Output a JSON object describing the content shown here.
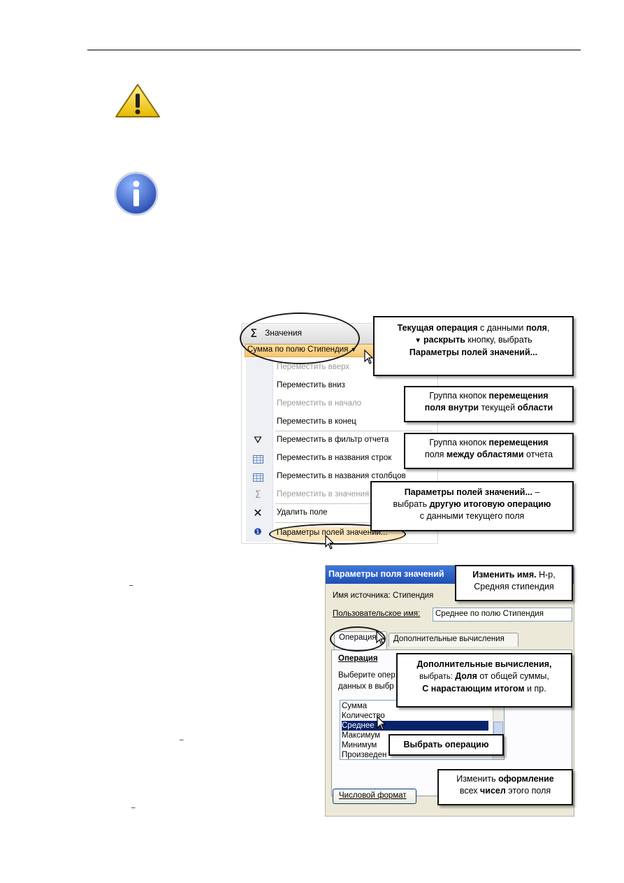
{
  "menu": {
    "header_label": "Значения",
    "field_button": "Сумма по полю Стипендия",
    "items": [
      {
        "label": "Переместить вверх",
        "disabled": true
      },
      {
        "label": "Переместить вниз",
        "disabled": false
      },
      {
        "label": "Переместить в начало",
        "disabled": true
      },
      {
        "label": "Переместить в конец",
        "disabled": false
      },
      {
        "label": "Переместить в фильтр отчета",
        "disabled": false,
        "icon": "filter-icon"
      },
      {
        "label": "Переместить в названия строк",
        "disabled": false,
        "icon": "rows-grid-icon"
      },
      {
        "label": "Переместить в названия столбцов",
        "disabled": false,
        "icon": "columns-grid-icon"
      },
      {
        "label": "Переместить в значения",
        "disabled": true,
        "icon": "sigma-icon"
      },
      {
        "label": "Удалить поле",
        "disabled": false,
        "icon": "delete-x-icon"
      },
      {
        "label": "Параметры полей значений...",
        "disabled": false,
        "icon": "field-settings-icon"
      }
    ]
  },
  "callouts": {
    "c1": {
      "a": "Текущая операция",
      "b": " с данными ",
      "c": "поля",
      "d": ",",
      "e": "раскрыть",
      "f": " кнопку, выбрать",
      "g": "Параметры полей значений..."
    },
    "c2": {
      "a": "Группа кнопок ",
      "b": "перемещения",
      "c": "поля внутри",
      "d": " текущей ",
      "e": "области"
    },
    "c3": {
      "a": "Группа кнопок ",
      "b": "перемещения",
      "c": "поля ",
      "d": "между областями",
      "e": " отчета"
    },
    "c4": {
      "a": "Параметры полей значений...",
      "b": " –",
      "c": "выбрать ",
      "d": "другую итоговую операцию",
      "e": "с данными текущего поля"
    },
    "c5": {
      "a": "Изменить ",
      "b": "имя.",
      "c": " Н-р,",
      "d": "Средняя стипендия"
    },
    "c6": {
      "a": "Дополнительные вычисления,",
      "b": "выбрать: ",
      "c": "Доля",
      "d": " от общей суммы,",
      "e": "С нарастающим итогом",
      "f": " и пр."
    },
    "c7": {
      "a": "Выбрать операцию"
    },
    "c8": {
      "a": "Изменить ",
      "b": "оформление",
      "c": "всех ",
      "d": "чисел",
      "e": " этого поля"
    }
  },
  "dialog": {
    "title": "Параметры поля значений",
    "source_label": "Имя источника:",
    "source_value": "Стипендия",
    "custom_name_label": "Пользовательское имя:",
    "custom_name_value": "Среднее по полю Стипендия",
    "tabs": [
      "Операция",
      "Дополнительные вычисления"
    ],
    "section_title": "Операция",
    "instruction_line1": "Выберите опер",
    "instruction_line2": "данных в выбр",
    "operations": [
      "Сумма",
      "Количество",
      "Среднее",
      "Максимум",
      "Минимум",
      "Произведен"
    ],
    "selected_operation": "Среднее",
    "number_format_button": "Числовой формат"
  },
  "margin_marks": [
    "–",
    "–",
    "–"
  ]
}
